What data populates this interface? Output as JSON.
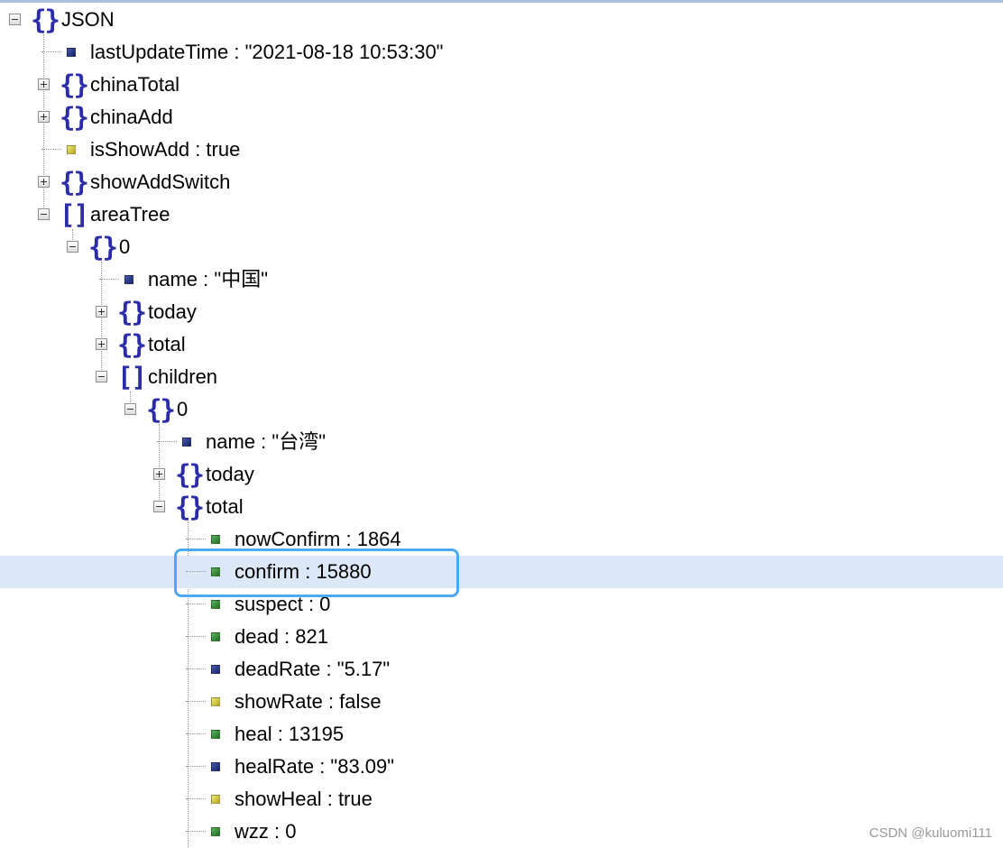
{
  "watermark": "CSDN @kuluomi111",
  "tree": [
    {
      "depth": 0,
      "kind": "object",
      "key": "JSON",
      "toggle": "minus",
      "value_type": "",
      "value": ""
    },
    {
      "depth": 1,
      "kind": "leaf",
      "key": "lastUpdateTime",
      "value": "\"2021-08-18 10:53:30\"",
      "value_type": "string"
    },
    {
      "depth": 1,
      "kind": "object",
      "key": "chinaTotal",
      "toggle": "plus",
      "value_type": "",
      "value": ""
    },
    {
      "depth": 1,
      "kind": "object",
      "key": "chinaAdd",
      "toggle": "plus",
      "value_type": "",
      "value": ""
    },
    {
      "depth": 1,
      "kind": "leaf",
      "key": "isShowAdd",
      "value": "true",
      "value_type": "boolean"
    },
    {
      "depth": 1,
      "kind": "object",
      "key": "showAddSwitch",
      "toggle": "plus",
      "value_type": "",
      "value": ""
    },
    {
      "depth": 1,
      "kind": "array",
      "key": "areaTree",
      "toggle": "minus",
      "value_type": "",
      "value": ""
    },
    {
      "depth": 2,
      "kind": "object",
      "key": "0",
      "toggle": "minus",
      "value_type": "",
      "value": ""
    },
    {
      "depth": 3,
      "kind": "leaf",
      "key": "name",
      "value": "\"中国\"",
      "value_type": "string"
    },
    {
      "depth": 3,
      "kind": "object",
      "key": "today",
      "toggle": "plus",
      "value_type": "",
      "value": ""
    },
    {
      "depth": 3,
      "kind": "object",
      "key": "total",
      "toggle": "plus",
      "value_type": "",
      "value": ""
    },
    {
      "depth": 3,
      "kind": "array",
      "key": "children",
      "toggle": "minus",
      "value_type": "",
      "value": ""
    },
    {
      "depth": 4,
      "kind": "object",
      "key": "0",
      "toggle": "minus",
      "value_type": "",
      "value": ""
    },
    {
      "depth": 5,
      "kind": "leaf",
      "key": "name",
      "value": "\"台湾\"",
      "value_type": "string"
    },
    {
      "depth": 5,
      "kind": "object",
      "key": "today",
      "toggle": "plus",
      "value_type": "",
      "value": ""
    },
    {
      "depth": 5,
      "kind": "object",
      "key": "total",
      "toggle": "minus",
      "value_type": "",
      "value": ""
    },
    {
      "depth": 6,
      "kind": "leaf",
      "key": "nowConfirm",
      "value": "1864",
      "value_type": "number"
    },
    {
      "depth": 6,
      "kind": "leaf",
      "key": "confirm",
      "value": "15880",
      "value_type": "number",
      "selected": true
    },
    {
      "depth": 6,
      "kind": "leaf",
      "key": "suspect",
      "value": "0",
      "value_type": "number"
    },
    {
      "depth": 6,
      "kind": "leaf",
      "key": "dead",
      "value": "821",
      "value_type": "number"
    },
    {
      "depth": 6,
      "kind": "leaf",
      "key": "deadRate",
      "value": "\"5.17\"",
      "value_type": "string"
    },
    {
      "depth": 6,
      "kind": "leaf",
      "key": "showRate",
      "value": "false",
      "value_type": "boolean"
    },
    {
      "depth": 6,
      "kind": "leaf",
      "key": "heal",
      "value": "13195",
      "value_type": "number"
    },
    {
      "depth": 6,
      "kind": "leaf",
      "key": "healRate",
      "value": "\"83.09\"",
      "value_type": "string"
    },
    {
      "depth": 6,
      "kind": "leaf",
      "key": "showHeal",
      "value": "true",
      "value_type": "boolean"
    },
    {
      "depth": 6,
      "kind": "leaf",
      "key": "wzz",
      "value": "0",
      "value_type": "number"
    }
  ]
}
